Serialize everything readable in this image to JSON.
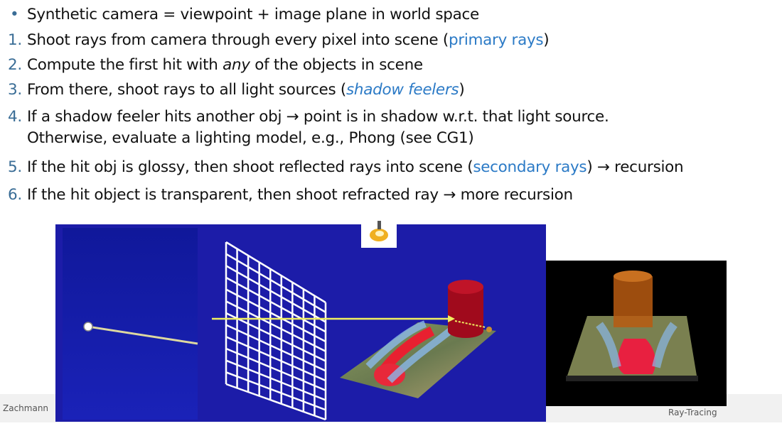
{
  "bullets": [
    {
      "marker": "•",
      "text": "Synthetic camera = viewpoint + image plane in world space"
    },
    {
      "marker": "1.",
      "pre": "Shoot rays from camera through every pixel into scene (",
      "hl": "primary rays",
      "post": ")"
    },
    {
      "marker": "2.",
      "pre": "Compute the first hit with ",
      "em": "any",
      "post": " of the objects in scene"
    },
    {
      "marker": "3.",
      "pre": "From there, shoot rays to all light sources (",
      "hl": "shadow feelers",
      "post": ")"
    },
    {
      "marker": "4.",
      "line1": "If a shadow feeler hits another obj → point is in shadow w.r.t. that light source.",
      "line2": "Otherwise, evaluate a lighting model, e.g., Phong (see CG1)"
    },
    {
      "marker": "5.",
      "pre": "If the hit obj is glossy, then shoot reflected rays into scene (",
      "hl": "secondary rays",
      "post": ") → recursion"
    },
    {
      "marker": "6.",
      "text": "If the hit object is transparent, then shoot refracted ray → more recursion"
    }
  ],
  "footer": {
    "author": "Zachmann",
    "topic": "Ray-Tracing"
  },
  "colors": {
    "accent": "#2b7ac6",
    "number": "#3a6d96",
    "scene_bg": "#1c1ca8",
    "ray": "#f0f060"
  }
}
